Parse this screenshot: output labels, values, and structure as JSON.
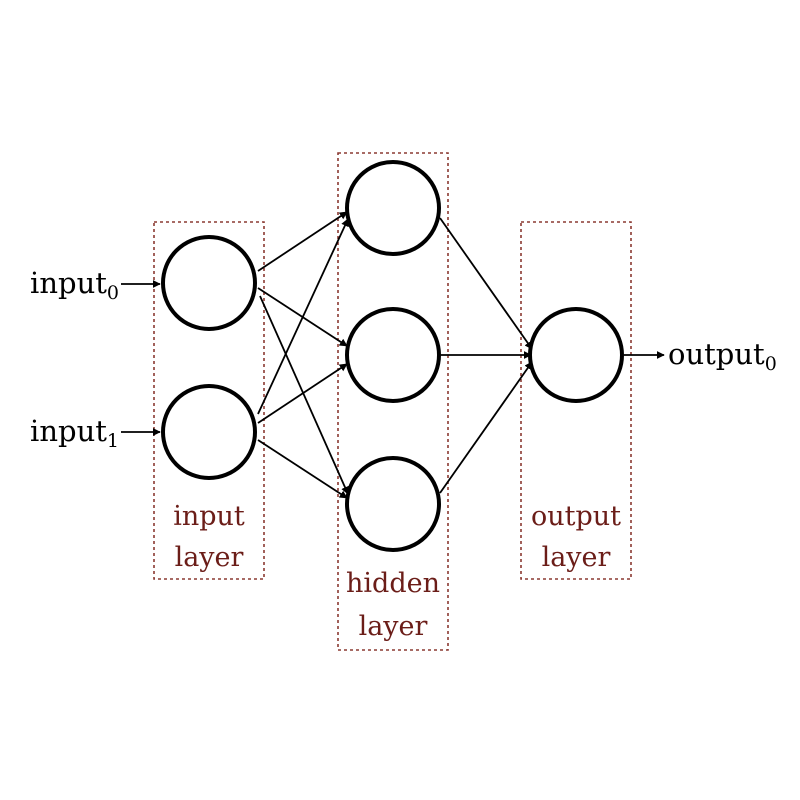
{
  "colors": {
    "ink": "#000000",
    "layer_box": "#8b3a32",
    "layer_text": "#6b1d18"
  },
  "inputs": [
    {
      "base": "input",
      "sub": "0"
    },
    {
      "base": "input",
      "sub": "1"
    }
  ],
  "outputs": [
    {
      "base": "output",
      "sub": "0"
    }
  ],
  "layers": {
    "input": {
      "line1": "input",
      "line2": "layer"
    },
    "hidden": {
      "line1": "hidden",
      "line2": "layer"
    },
    "output": {
      "line1": "output",
      "line2": "layer"
    }
  }
}
